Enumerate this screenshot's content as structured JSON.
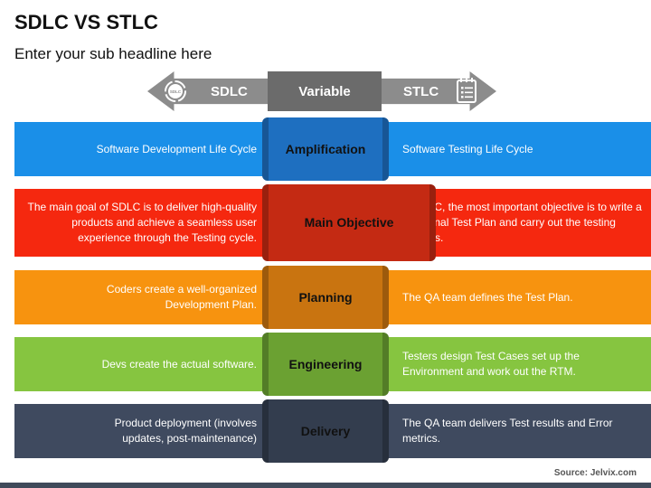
{
  "title": "SDLC VS STLC",
  "subtitle": "Enter your sub headline here",
  "header": {
    "left_label": "SDLC",
    "center_label": "Variable",
    "right_label": "STLC",
    "left_icon_text": "SDLC",
    "left_icon": "sdlc-cycle-icon",
    "right_icon": "checklist-icon"
  },
  "rows": [
    {
      "variable": "Amplification",
      "sdlc": "Software Development Life Cycle",
      "stlc": "Software Testing Life Cycle",
      "color": "#1a8fe8",
      "center_color": "#1e6fc0"
    },
    {
      "variable": "Main Objective",
      "sdlc": "The main goal of SDLC is to deliver high-quality products and achieve a seamless user experience through the Testing cycle.",
      "stlc": "In STLC, the most important objective is to write a functional Test Plan and carry out the testing process.",
      "color": "#f5280f",
      "center_color": "#c42a13"
    },
    {
      "variable": "Planning",
      "sdlc": "Coders create a well-organized Development Plan.",
      "stlc": "The QA team defines the Test Plan.",
      "color": "#f7930f",
      "center_color": "#c97410"
    },
    {
      "variable": "Engineering",
      "sdlc": "Devs create the actual software.",
      "stlc": "Testers design Test Cases set up the Environment and work out the RTM.",
      "color": "#86c540",
      "center_color": "#6ba132"
    },
    {
      "variable": "Delivery",
      "sdlc": "Product deployment (involves updates, post-maintenance)",
      "stlc": "The QA team delivers Test results and Error metrics.",
      "color": "#3f4a5f",
      "center_color": "#333d4e"
    }
  ],
  "source": "Source: Jelvix.com"
}
